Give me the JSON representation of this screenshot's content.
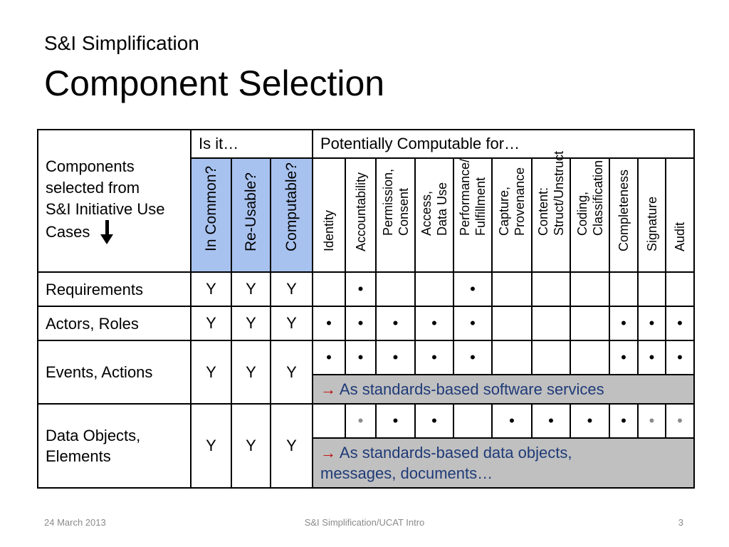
{
  "slide": {
    "subtitle": "S&I Simplification",
    "title": "Component Selection"
  },
  "table": {
    "corner_label": [
      "Components",
      "selected from",
      "S&I Initiative Use",
      "Cases"
    ],
    "group_is_it": "Is it…",
    "group_computable": "Potentially Computable for…",
    "is_it_columns": [
      {
        "label": "In Common?"
      },
      {
        "label": "Re-Usable?"
      },
      {
        "label": "Computable?"
      }
    ],
    "computable_columns": [
      {
        "lines": [
          "Identity"
        ]
      },
      {
        "lines": [
          "Accountability"
        ]
      },
      {
        "lines": [
          "Permission,",
          "Consent"
        ]
      },
      {
        "lines": [
          "Access,",
          "Data Use"
        ]
      },
      {
        "lines": [
          "Performance/",
          "Fulfillment"
        ]
      },
      {
        "lines": [
          "Capture,",
          "Provenance"
        ]
      },
      {
        "lines": [
          "Content:",
          "Struct/Unstruct"
        ]
      },
      {
        "lines": [
          "Coding,",
          "Classification"
        ]
      },
      {
        "lines": [
          "Completeness"
        ]
      },
      {
        "lines": [
          "Signature"
        ]
      },
      {
        "lines": [
          "Audit"
        ]
      }
    ],
    "rows": [
      {
        "label": [
          "Requirements"
        ],
        "is_it": [
          "Y",
          "Y",
          "Y"
        ],
        "marks": [
          "",
          "•",
          "",
          "",
          "•",
          "",
          "",
          "",
          "",
          "",
          ""
        ],
        "gray": [],
        "banner": ""
      },
      {
        "label": [
          "Actors, Roles"
        ],
        "is_it": [
          "Y",
          "Y",
          "Y"
        ],
        "marks": [
          "•",
          "•",
          "•",
          "•",
          "•",
          "",
          "",
          "",
          "•",
          "•",
          "•"
        ],
        "gray": [],
        "banner": ""
      },
      {
        "label": [
          "Events, Actions"
        ],
        "is_it": [
          "Y",
          "Y",
          "Y"
        ],
        "marks": [
          "•",
          "•",
          "•",
          "•",
          "•",
          "",
          "",
          "",
          "•",
          "•",
          "•"
        ],
        "gray": [],
        "banner": [
          "As standards-based software services"
        ]
      },
      {
        "label": [
          "Data Objects,",
          "Elements"
        ],
        "is_it": [
          "Y",
          "Y",
          "Y"
        ],
        "marks": [
          "",
          "•",
          "•",
          "•",
          "",
          "•",
          "•",
          "•",
          "•",
          "•",
          "•"
        ],
        "gray": [
          1,
          9,
          10
        ],
        "banner": [
          "As standards-based data objects,",
          "messages, documents…"
        ]
      }
    ],
    "banner_arrow": "→"
  },
  "footer": {
    "date": "24 March 2013",
    "center": "S&I Simplification/UCAT Intro",
    "page": "3"
  },
  "colors": {
    "is_it_header_bg": "#a8c2ef",
    "banner_bg": "#c0c0c0",
    "banner_text": "#1f3a78",
    "arrow": "#c00000"
  }
}
